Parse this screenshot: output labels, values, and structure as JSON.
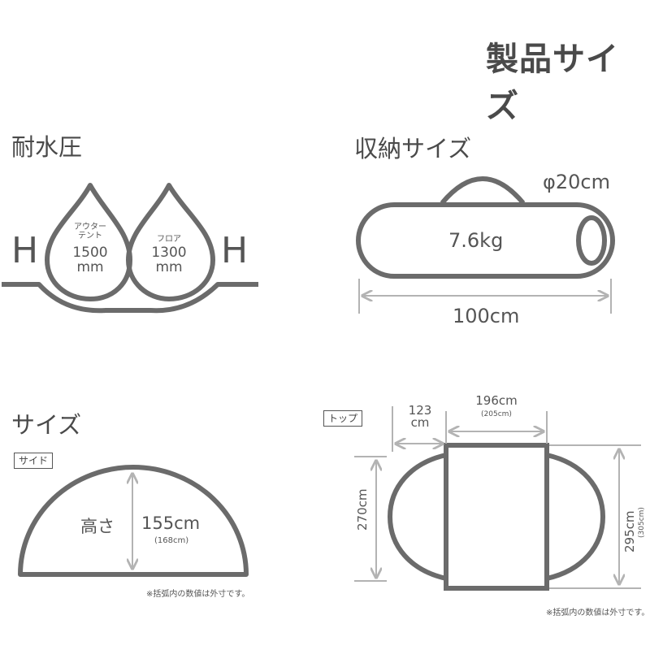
{
  "page_title": "製品サイズ",
  "sections": {
    "water": {
      "heading": "耐水圧",
      "h_left": "H",
      "h_right": "H",
      "outer_line1": "アウター",
      "outer_line2": "テント",
      "outer_value": "1500",
      "outer_unit": "mm",
      "floor_label": "フロア",
      "floor_value": "1300",
      "floor_unit": "mm"
    },
    "storage": {
      "heading": "収納サイズ",
      "diameter": "φ20cm",
      "weight": "7.6kg",
      "length": "100cm"
    },
    "size": {
      "heading": "サイズ",
      "side_tag": "サイド",
      "height_label": "高さ",
      "height_value": "155cm",
      "height_outer": "(168cm)",
      "note": "※括弧内の数値は外寸です。"
    },
    "top": {
      "tag": "トップ",
      "vest_width_1": "123",
      "vest_width_2": "cm",
      "inner_width": "196cm",
      "inner_width_outer": "(205cm)",
      "left_height": "270cm",
      "right_height": "295cm",
      "right_height_outer": "(305cm)",
      "note": "※括弧内の数値は外寸です。"
    }
  },
  "colors": {
    "stroke": "#6b6b6b",
    "arrow": "#b3b3b3",
    "text": "#555555"
  }
}
